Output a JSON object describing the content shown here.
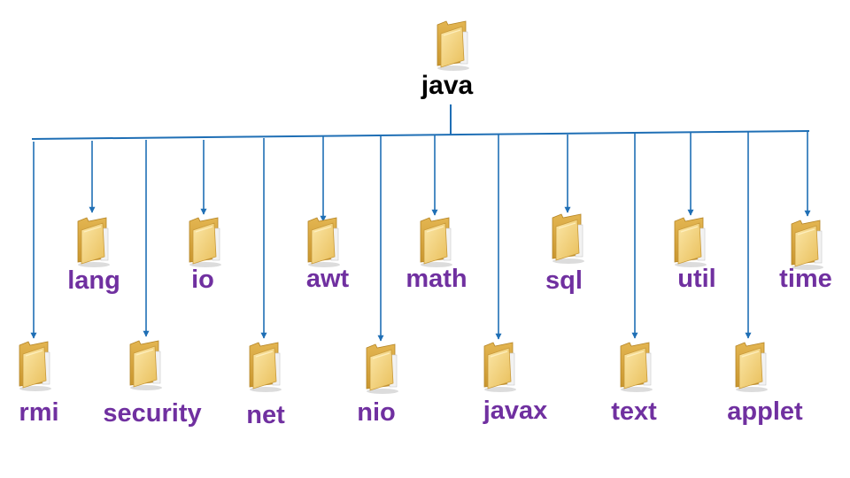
{
  "root": {
    "label": "java"
  },
  "packages": [
    {
      "label": "rmi"
    },
    {
      "label": "lang"
    },
    {
      "label": "security"
    },
    {
      "label": "io"
    },
    {
      "label": "net"
    },
    {
      "label": "awt"
    },
    {
      "label": "nio"
    },
    {
      "label": "math"
    },
    {
      "label": "javax"
    },
    {
      "label": "sql"
    },
    {
      "label": "text"
    },
    {
      "label": "util"
    },
    {
      "label": "applet"
    },
    {
      "label": "time"
    }
  ],
  "colors": {
    "connector": "#1f6fb5",
    "package_label": "#7030a0",
    "root_label": "#000000",
    "folder_back": "#d9a93f",
    "folder_front": "#f6d98a",
    "folder_shadow": "#b9b9b9"
  },
  "icons": {
    "node": "folder-icon"
  }
}
